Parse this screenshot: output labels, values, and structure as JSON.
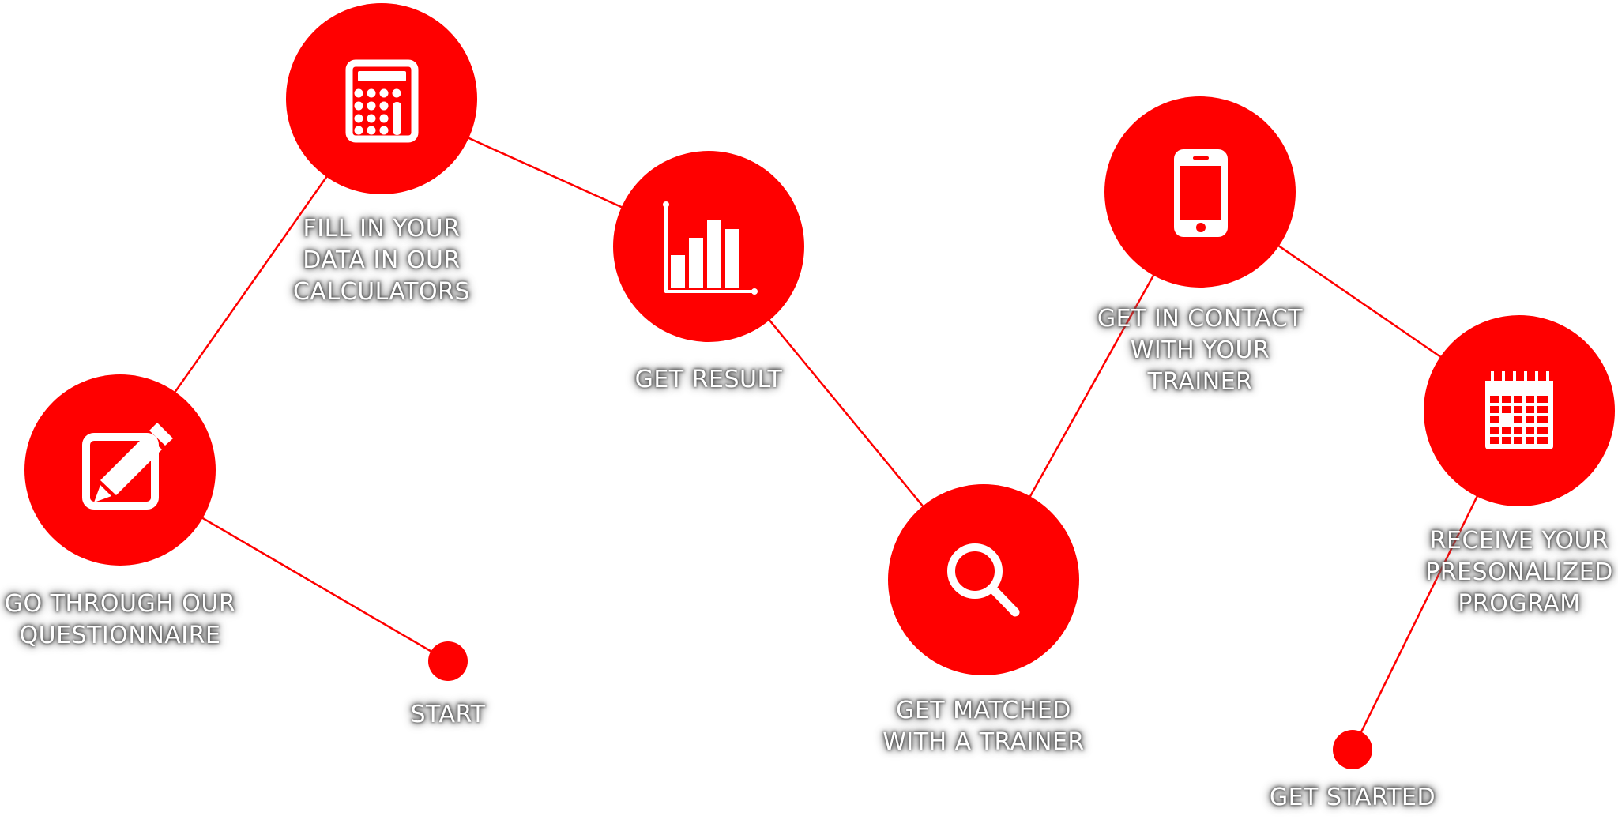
{
  "colors": {
    "accent": "#ff0000",
    "icon": "#ffffff",
    "label_text": "#ffffff"
  },
  "steps": [
    {
      "label": "START",
      "icon": null
    },
    {
      "label": "GO THROUGH OUR\nQUESTIONNAIRE",
      "icon": "edit-form-icon"
    },
    {
      "label": "FILL IN YOUR\nDATA IN OUR\nCALCULATORS",
      "icon": "calculator-icon"
    },
    {
      "label": "GET RESULT",
      "icon": "bar-chart-icon"
    },
    {
      "label": "GET MATCHED\nWITH A TRAINER",
      "icon": "search-icon"
    },
    {
      "label": "GET IN CONTACT\nWITH YOUR\nTRAINER",
      "icon": "smartphone-icon"
    },
    {
      "label": "RECEIVE YOUR\nPRESONALIZED\nPROGRAM",
      "icon": "calendar-icon"
    },
    {
      "label": "GET STARTED",
      "icon": null
    }
  ]
}
